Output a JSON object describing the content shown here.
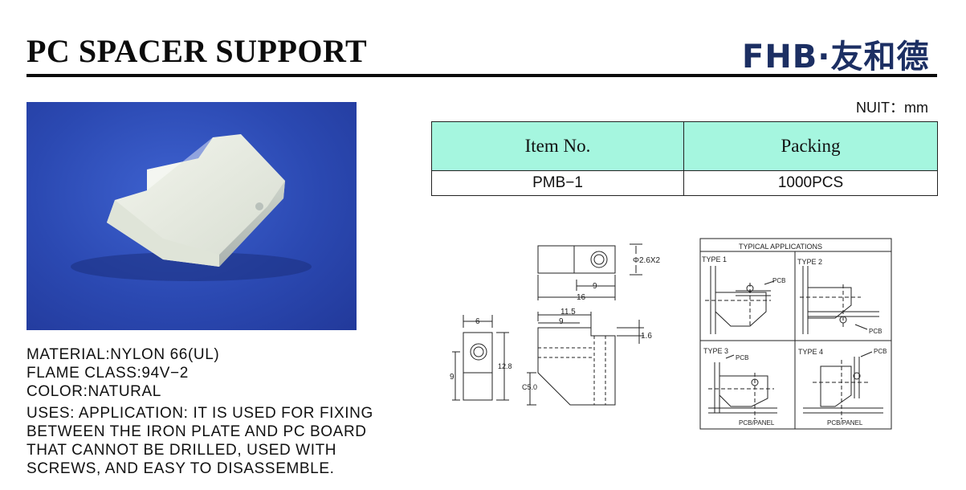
{
  "header": {
    "title": "PC SPACER SUPPORT",
    "brand": "FHB·友和德"
  },
  "specs": {
    "material": "MATERIAL:NYLON 66(UL)",
    "flame_class": "FLAME CLASS:94V−2",
    "color": "COLOR:NATURAL",
    "uses": [
      "USES: APPLICATION: IT IS USED FOR FIXING",
      "BETWEEN THE IRON PLATE AND PC BOARD",
      "THAT CANNOT BE DRILLED, USED WITH",
      "SCREWS, AND EASY TO DISASSEMBLE."
    ]
  },
  "unit_label": "NUIT：mm",
  "packing_table": {
    "headers": [
      "Item No.",
      "Packing"
    ],
    "rows": [
      [
        "PMB−1",
        "1000PCS"
      ]
    ]
  },
  "dimensions": {
    "hole": "Φ2.6X2",
    "top_hole_offset": "9",
    "top_length": "16",
    "front_width": "6",
    "front_height_inner": "9",
    "front_height": "12.8",
    "side_length": "11.5",
    "side_inner": "9",
    "side_step": "1.6",
    "chamfer": "C5.0"
  },
  "applications": {
    "title": "TYPICAL APPLICATIONS",
    "type1": "TYPE 1",
    "type2": "TYPE 2",
    "type3": "TYPE 3",
    "type4": "TYPE 4",
    "pcb": "PCB",
    "pcb_panel": "PCB/PANEL"
  },
  "colors": {
    "brand": "#1c2f63",
    "table_header": "#a5f6df",
    "photo_background": "#2b49b2"
  }
}
